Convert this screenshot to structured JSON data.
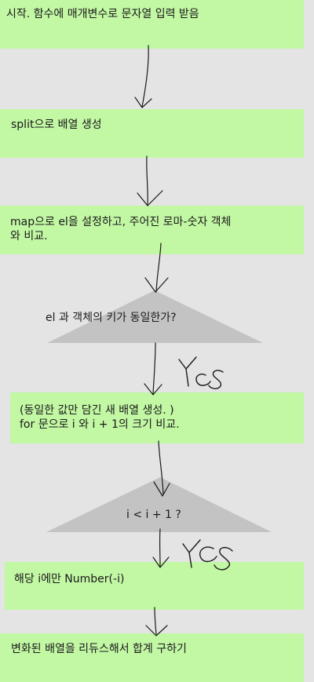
{
  "steps": [
    {
      "lines": [
        "시작. 함수에 매개변수로 문자열 입력 받음"
      ]
    },
    {
      "lines": [
        "split으로 배열 생성"
      ]
    },
    {
      "lines": [
        "map으로 el을 설정하고, 주어진 로마-숫자 객체",
        "와 비교."
      ]
    },
    {
      "lines": [
        "(동일한 값만 담긴 새 배열 생성. )",
        "for 문으로 i 와 i + 1의 크기 비교."
      ]
    },
    {
      "lines": [
        "해당 i에만 Number(-i)"
      ]
    },
    {
      "lines": [
        "변화된 배열을 리듀스해서 합계 구하기"
      ]
    }
  ],
  "decisions": [
    {
      "label": "el 과 객체의 키가 동일한가?"
    },
    {
      "label": "i < i + 1 ?"
    }
  ],
  "annotations": [
    {
      "text": "Yes"
    },
    {
      "text": "Yes"
    }
  ],
  "colors": {
    "background": "#e4e4e4",
    "box": "#c2f7a4",
    "triangle": "#c3c3c3",
    "ink": "#1a1a1a"
  }
}
